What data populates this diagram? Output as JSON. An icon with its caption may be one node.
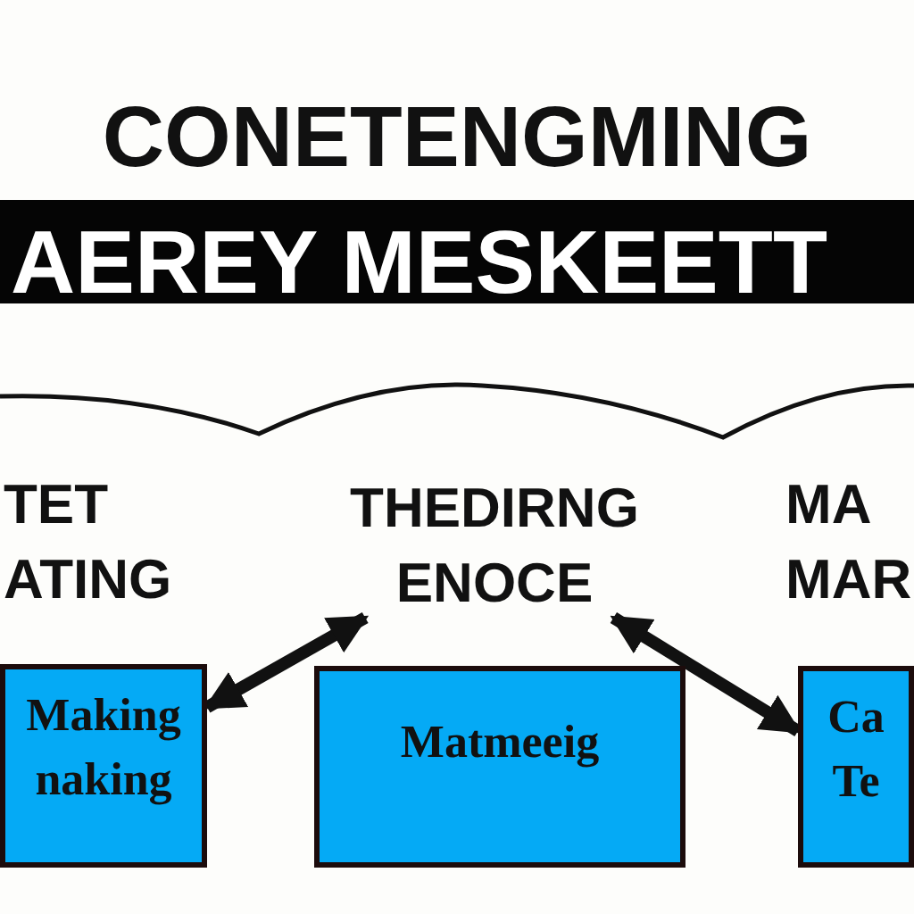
{
  "diagram": {
    "title": "CONETENGMING",
    "nodes": [
      {
        "text": [
          "THEDIRNG ENOCE"
        ]
      },
      {
        "text": [
          "Making naking"
        ]
      },
      {
        "text": [
          "Matmeeig"
        ]
      },
      {
        "text": [
          "Ca Te"
        ]
      }
    ],
    "edges": [
      {
        "from": 0,
        "to": 1,
        "arrow": "both"
      },
      {
        "from": 0,
        "to": 3,
        "arrow": "both"
      }
    ],
    "labels": [
      "AEREY MESKEETT",
      "TET ATING",
      "MA MAR"
    ]
  }
}
